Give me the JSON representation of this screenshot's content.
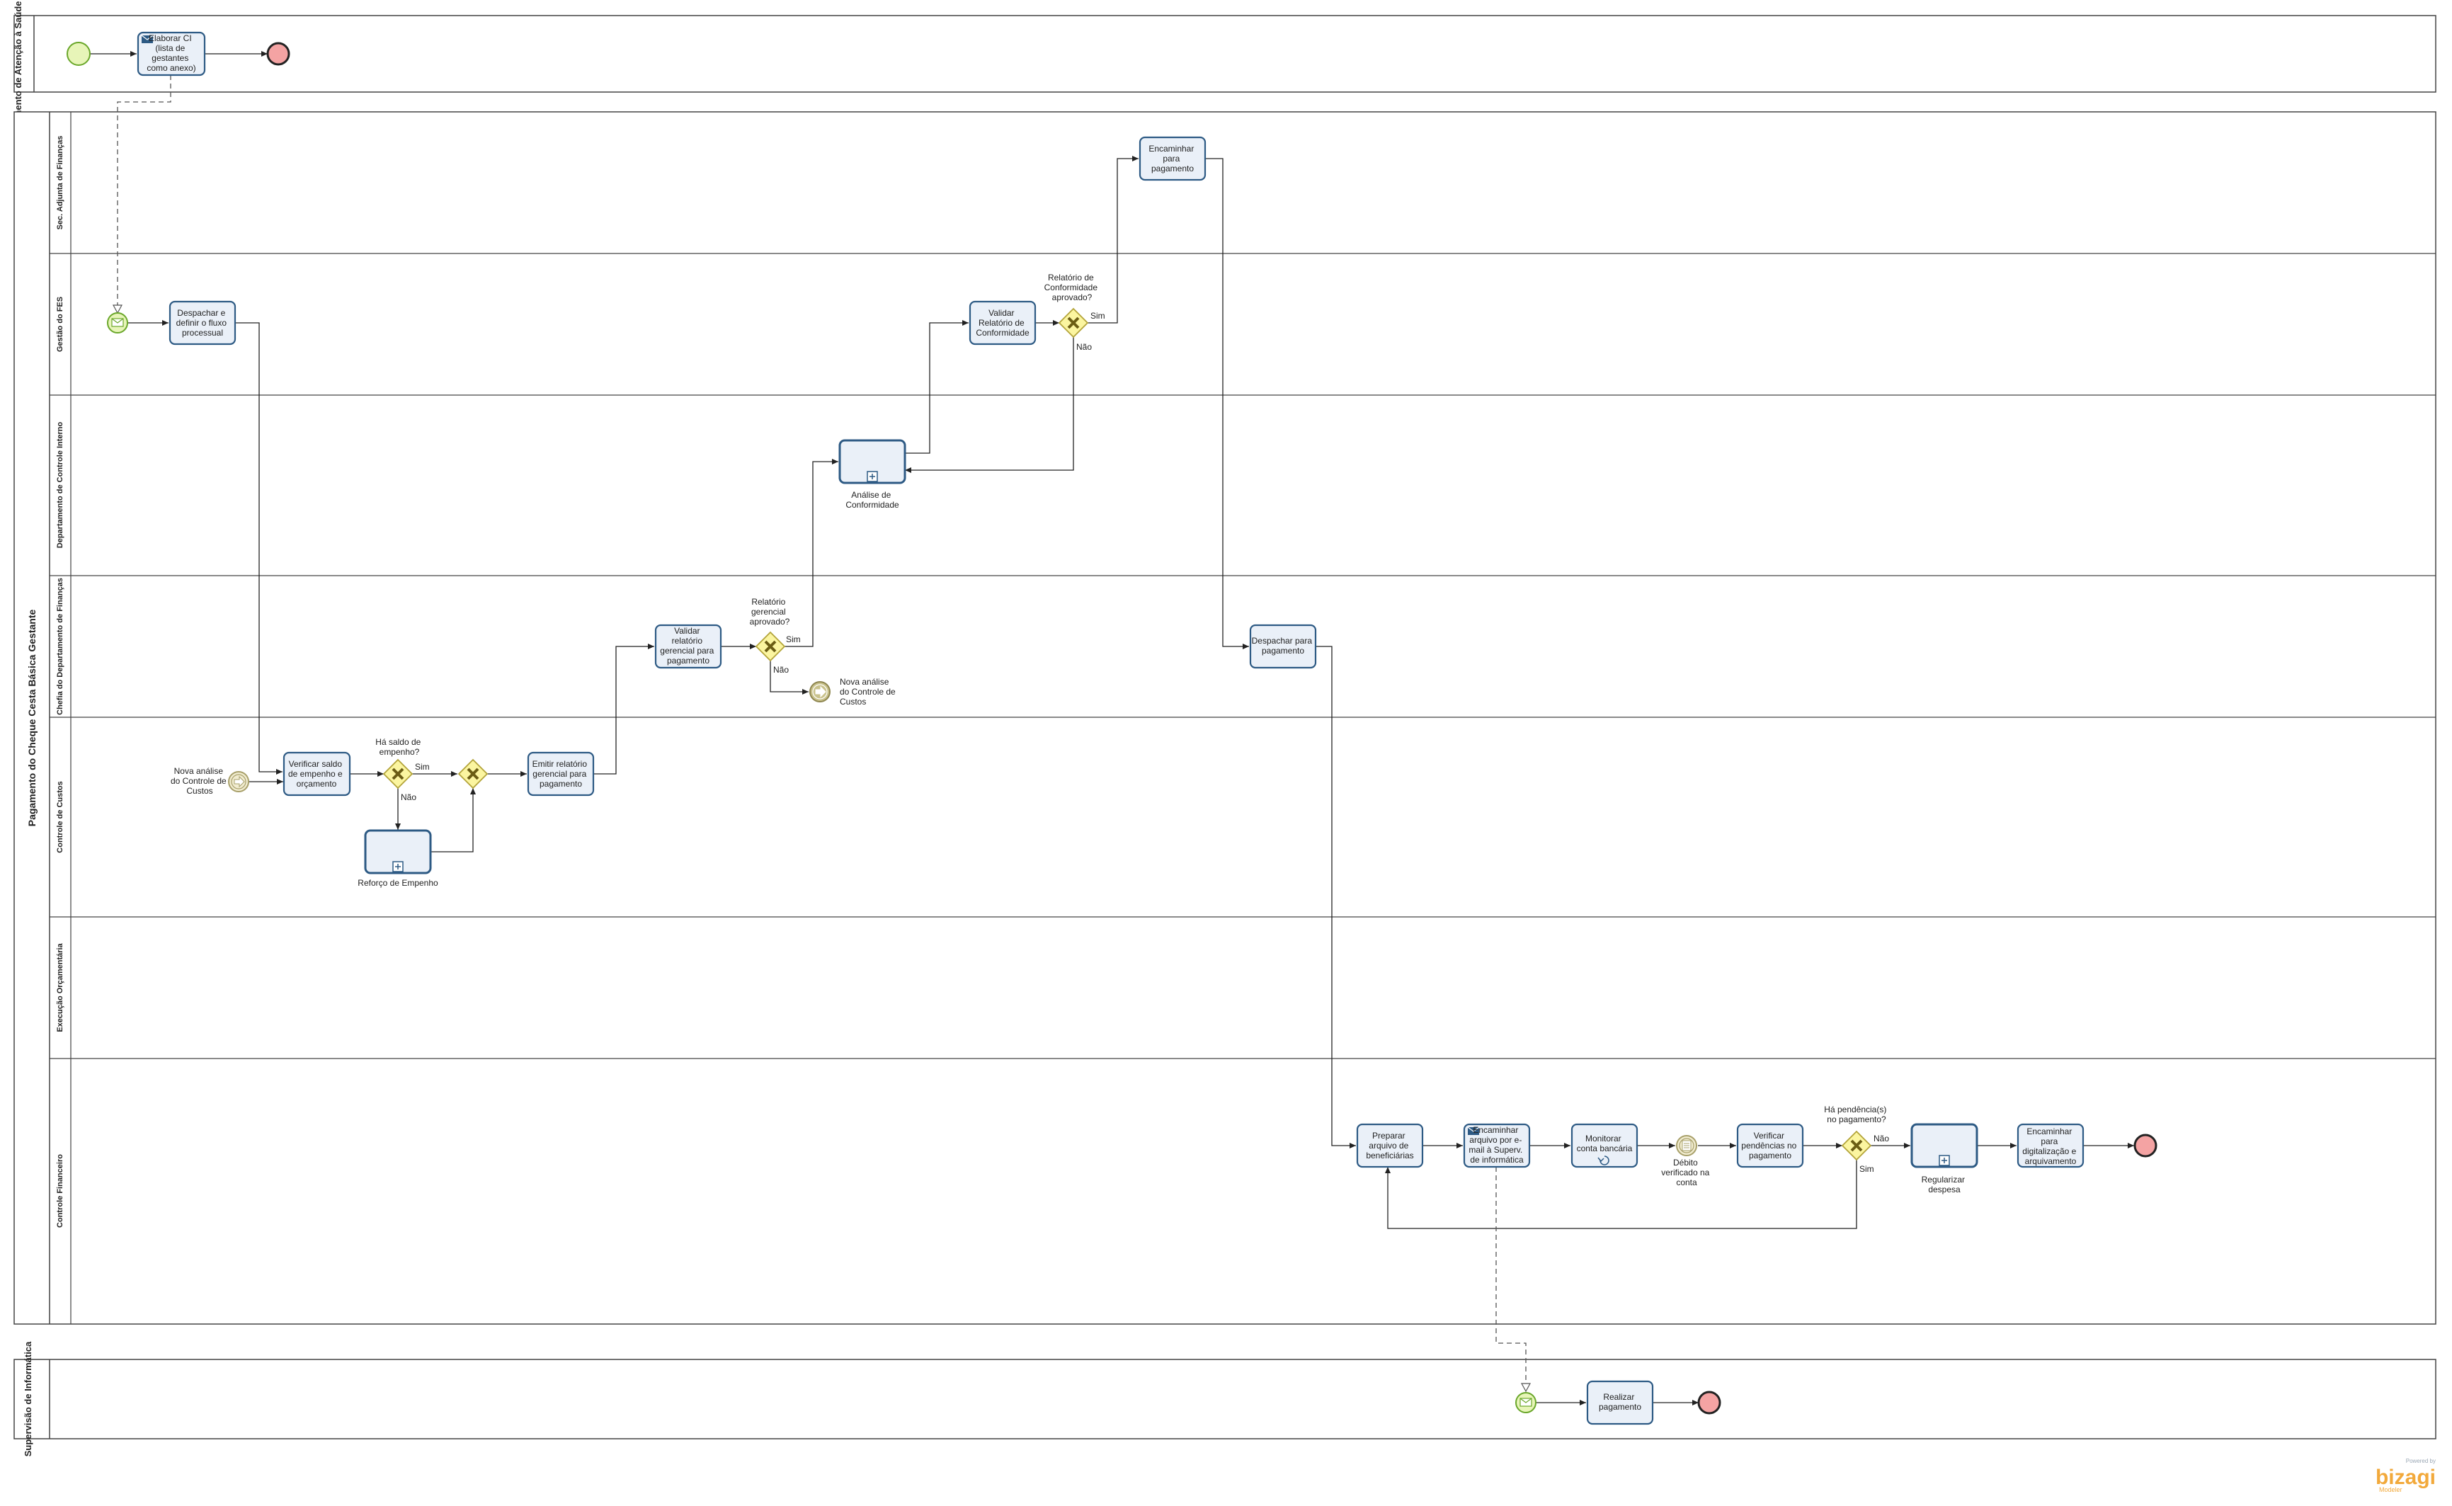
{
  "pools": {
    "dasm": "Departamento de Atenção à Saúde da Mulher",
    "main": "Pagamento do Cheque Cesta Básica Gestante",
    "si": "Supervisão de Informática"
  },
  "lanes": {
    "saf": "Sec. Adjunta de Finanças",
    "gfes": "Gestão do FES",
    "dci": "Departamento de Controle Interno",
    "cdf": "Chefia do Departamento de Finanças",
    "cc": "Controle de Custos",
    "eo": "Execução Orçamentária",
    "cf": "Controle Financeiro"
  },
  "tasks": {
    "elaborar": [
      "Elaborar CI",
      "(lista de",
      "gestantes",
      "como anexo)"
    ],
    "despachar_fluxo": [
      "Despachar e",
      "definir o fluxo",
      "processual"
    ],
    "validar_conformidade": [
      "Validar",
      "Relatório de",
      "Conformidade"
    ],
    "encaminhar_pag": [
      "Encaminhar",
      "para",
      "pagamento"
    ],
    "verificar_saldo": [
      "Verificar saldo",
      "de empenho e",
      "orçamento"
    ],
    "emitir_relatorio": [
      "Emitir relatório",
      "gerencial para",
      "pagamento"
    ],
    "validar_gerencial": [
      "Validar",
      "relatório",
      "gerencial para",
      "pagamento"
    ],
    "despachar_pag": [
      "Despachar para",
      "pagamento"
    ],
    "preparar_arquivo": [
      "Preparar",
      "arquivo de",
      "beneficiárias"
    ],
    "encaminhar_arquivo": [
      "Encaminhar",
      "arquivo por e-",
      "mail à Superv.",
      "de informática"
    ],
    "monitorar_conta": [
      "Monitorar",
      "conta bancária"
    ],
    "verificar_pendencias": [
      "Verificar",
      "pendências no",
      "pagamento"
    ],
    "encaminhar_digitalizacao": [
      "Encaminhar",
      "para",
      "digitalização e",
      "arquivamento"
    ],
    "realizar_pagamento": [
      "Realizar",
      "pagamento"
    ]
  },
  "subprocesses": {
    "analise_conformidade": [
      "Análise de",
      "Conformidade"
    ],
    "reforco_empenho": [
      "Reforço de Empenho"
    ],
    "regularizar_despesa": [
      "Regularizar",
      "despesa"
    ]
  },
  "gateways": {
    "conformidade": [
      "Relatório de",
      "Conformidade",
      "aprovado?"
    ],
    "gerencial": [
      "Relatório",
      "gerencial",
      "aprovado?"
    ],
    "saldo": [
      "Há saldo de",
      "empenho?"
    ],
    "pendencias": [
      "Há pendência(s)",
      "no pagamento?"
    ]
  },
  "events": {
    "nova_analise_custos": [
      "Nova análise",
      "do Controle de",
      "Custos"
    ],
    "nova_analise_link": [
      "Nova análise",
      "do Controle de",
      "Custos"
    ],
    "debito_verificado": [
      "Débito",
      "verificado na",
      "conta"
    ]
  },
  "flow_labels": {
    "sim": "Sim",
    "nao": "Não"
  },
  "logo": {
    "powered": "Powered by",
    "name": "bizagi",
    "product": "Modeler"
  },
  "colors": {
    "task_fill": "#eaf0f8",
    "task_stroke": "#2d5a84",
    "start_fill": "#e7f5b8",
    "start_stroke": "#6aa72a",
    "end_fill": "#f4a3a3",
    "end_stroke": "#b01e1e",
    "gateway_fill": "#fbf5a0",
    "gateway_stroke": "#b3a43a",
    "intermediate_fill": "#f1ecd0",
    "intermediate_stroke": "#a8a06a"
  }
}
